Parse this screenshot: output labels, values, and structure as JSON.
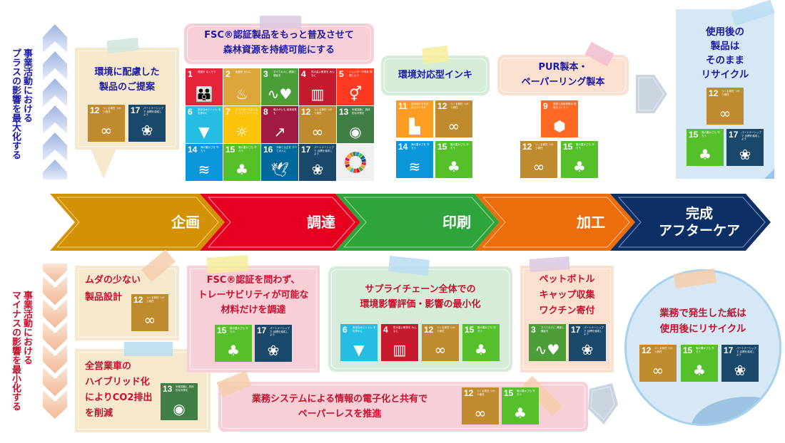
{
  "side_labels": {
    "plus": "事業活動における プラスの影響を最大化する",
    "plus_lines": [
      "事業活動における",
      "プラスの影響を最大化する"
    ],
    "minus_lines": [
      "事業活動における",
      "マイナスの影響を最小化する"
    ]
  },
  "process_steps": [
    {
      "label": "企画",
      "color": "#d39105"
    },
    {
      "label": "調達",
      "color": "#e5001f"
    },
    {
      "label": "印刷",
      "color": "#2ea43a"
    },
    {
      "label": "加工",
      "color": "#eb6d0b"
    },
    {
      "label": "完成\nアフターケア",
      "label_lines": [
        "完成",
        "アフターケア"
      ],
      "color": "#0c3066"
    }
  ],
  "plus_cards": [
    {
      "id": "eco-proposal",
      "title_lines": [
        "環境に配慮した",
        "製品のご提案"
      ],
      "sdgs": [
        12,
        17
      ]
    },
    {
      "id": "fsc-promote",
      "title_lines": [
        "FSC®認証製品をもっと普及させて",
        "森林資源を持続可能にする"
      ],
      "sdgs": [
        1,
        2,
        3,
        4,
        5,
        6,
        7,
        8,
        12,
        13,
        14,
        15,
        16,
        17,
        "wheel"
      ]
    },
    {
      "id": "eco-ink",
      "title_lines": [
        "環境対応型インキ"
      ],
      "sdgs": [
        11,
        12,
        14,
        15
      ]
    },
    {
      "id": "pur-binding",
      "title_lines": [
        "PUR製本・",
        "ペーパーリング製本"
      ],
      "sdgs": [
        9,
        12,
        15
      ]
    },
    {
      "id": "recycle-after-use",
      "title_lines": [
        "使用後の",
        "製品は",
        "そのまま",
        "リサイクル"
      ],
      "sdgs": [
        12,
        15,
        17
      ]
    }
  ],
  "minus_cards": [
    {
      "id": "less-waste",
      "title_lines": [
        "ムダの少ない",
        "製品設計"
      ],
      "sdgs": [
        12
      ]
    },
    {
      "id": "hybrid-cars",
      "title_lines": [
        "全営業車の",
        "ハイブリッド化",
        "によりCO2排出",
        "を削減"
      ],
      "sdgs": [
        13
      ]
    },
    {
      "id": "traceable-materials",
      "title_lines": [
        "FSC®認証を問わず、",
        "トレーサビリティが可能な",
        "材料だけを調達"
      ],
      "sdgs": [
        15,
        17
      ]
    },
    {
      "id": "supply-chain",
      "title_lines": [
        "サプライチェーン全体での",
        "環境影響評価・影響の最小化"
      ],
      "sdgs": [
        6,
        4,
        12,
        15
      ]
    },
    {
      "id": "pet-caps",
      "title_lines": [
        "ペットボトル",
        "キャップ収集",
        "ワクチン寄付"
      ],
      "sdgs": [
        3,
        17
      ]
    },
    {
      "id": "office-paper",
      "title_lines": [
        "業務で発生した紙は",
        "使用後にリサイクル"
      ],
      "sdgs": [
        12,
        15,
        17
      ]
    },
    {
      "id": "paperless",
      "title_lines": [
        "業務システムによる情報の電子化と共有で",
        "ペーパーレスを推進"
      ],
      "sdgs": [
        12,
        15
      ]
    }
  ],
  "sdg_goals": {
    "1": {
      "num": "1",
      "label": "貧困を なくそう",
      "color": "#e5243b",
      "icon": "family-icon",
      "glyph": "👪"
    },
    "2": {
      "num": "2",
      "label": "飢餓を ゼロに",
      "color": "#dda63a",
      "icon": "bowl-icon",
      "glyph": "♨"
    },
    "3": {
      "num": "3",
      "label": "すべての人に 健康と福祉を",
      "color": "#4c9f38",
      "icon": "heartbeat-icon",
      "glyph": "∿♥"
    },
    "4": {
      "num": "4",
      "label": "質の高い教育を みんなに",
      "color": "#c5192d",
      "icon": "book-icon",
      "glyph": "▥"
    },
    "5": {
      "num": "5",
      "label": "ジェンダー平等を 実現しよう",
      "color": "#ff3a21",
      "icon": "gender-icon",
      "glyph": "⚥"
    },
    "6": {
      "num": "6",
      "label": "安全な水とトイレ を世界中に",
      "color": "#26bde2",
      "icon": "water-drop-icon",
      "glyph": "▼"
    },
    "7": {
      "num": "7",
      "label": "エネルギーをみんなに そしてクリーンに",
      "color": "#fcc30b",
      "icon": "sun-icon",
      "glyph": "☼"
    },
    "8": {
      "num": "8",
      "label": "働きがいも 経済成長も",
      "color": "#a21942",
      "icon": "growth-chart-icon",
      "glyph": "↗"
    },
    "9": {
      "num": "9",
      "label": "産業と技術革新の 基盤をつくろう",
      "color": "#fd6925",
      "icon": "cubes-icon",
      "glyph": "⬢"
    },
    "11": {
      "num": "11",
      "label": "住み続けられる まちづくりを",
      "color": "#fd9d24",
      "icon": "buildings-icon",
      "glyph": "▙"
    },
    "12": {
      "num": "12",
      "label": "つくる責任 つかう責任",
      "color": "#bf8b2e",
      "icon": "infinity-icon",
      "glyph": "∞"
    },
    "13": {
      "num": "13",
      "label": "気候変動に 具体的な対策を",
      "color": "#3f7e44",
      "icon": "eye-globe-icon",
      "glyph": "◉"
    },
    "14": {
      "num": "14",
      "label": "海の豊かさを 守ろう",
      "color": "#0a97d9",
      "icon": "fish-icon",
      "glyph": "≋"
    },
    "15": {
      "num": "15",
      "label": "陸の豊かさも 守ろう",
      "color": "#56c02b",
      "icon": "tree-icon",
      "glyph": "♣"
    },
    "16": {
      "num": "16",
      "label": "平和と公正を すべての人に",
      "color": "#00689d",
      "icon": "dove-icon",
      "glyph": "🕊"
    },
    "17": {
      "num": "17",
      "label": "パートナーシップで 目標を達成しよう",
      "color": "#19486a",
      "icon": "flower-rings-icon",
      "glyph": "❀"
    },
    "wheel": {
      "num": "",
      "label": "",
      "color": "#f0f0f0",
      "icon": "sdg-wheel-icon",
      "glyph": ""
    }
  },
  "colors": {
    "plus_text": "#1a1aa6",
    "minus_text": "#c8102e",
    "plus_arrow": "#a9bde4",
    "minus_arrow": "#f2b994"
  }
}
